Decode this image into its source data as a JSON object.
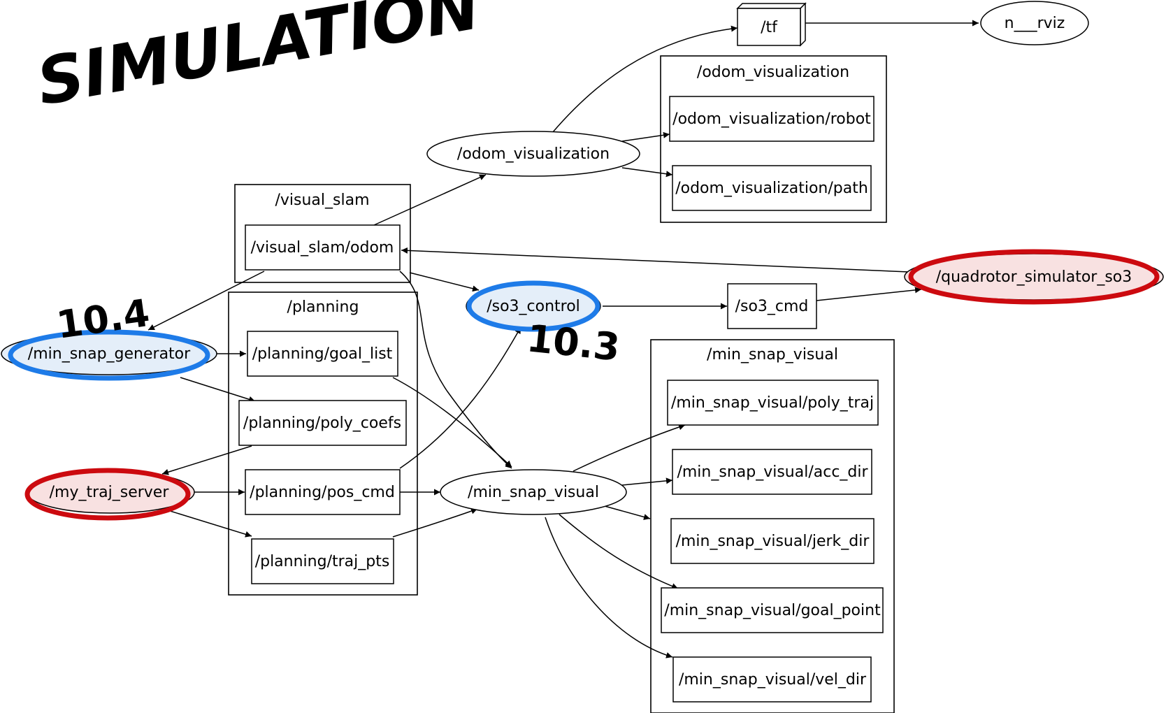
{
  "annotations": {
    "title": "SIMULATION",
    "note_a": "10.4",
    "note_b": "10.3"
  },
  "clusters": {
    "odom_visualization": "/odom_visualization",
    "visual_slam": "/visual_slam",
    "planning": "/planning",
    "min_snap_visual": "/min_snap_visual"
  },
  "nodes": {
    "tf": "/tf",
    "rviz": "n___rviz",
    "odom_visualization": "/odom_visualization",
    "odom_vis_robot": "/odom_visualization/robot",
    "odom_vis_path": "/odom_visualization/path",
    "visual_slam_odom": "/visual_slam/odom",
    "quadrotor_simulator": "/quadrotor_simulator_so3",
    "so3_control": "/so3_control",
    "so3_cmd": "/so3_cmd",
    "min_snap_generator": "/min_snap_generator",
    "goal_list": "/planning/goal_list",
    "poly_coefs": "/planning/poly_coefs",
    "my_traj_server": "/my_traj_server",
    "pos_cmd": "/planning/pos_cmd",
    "traj_pts": "/planning/traj_pts",
    "min_snap_visual_node": "/min_snap_visual",
    "poly_traj": "/min_snap_visual/poly_traj",
    "acc_dir": "/min_snap_visual/acc_dir",
    "jerk_dir": "/min_snap_visual/jerk_dir",
    "goal_point": "/min_snap_visual/goal_point",
    "vel_dir": "/min_snap_visual/vel_dir"
  },
  "colors": {
    "highlight_blue": "#1e7be8",
    "highlight_blue_fill": "#e4eef9",
    "highlight_red": "#cc0a0f",
    "highlight_red_fill": "#f8e1e1",
    "annotation_red": "#e0141c",
    "edge": "#000000"
  }
}
